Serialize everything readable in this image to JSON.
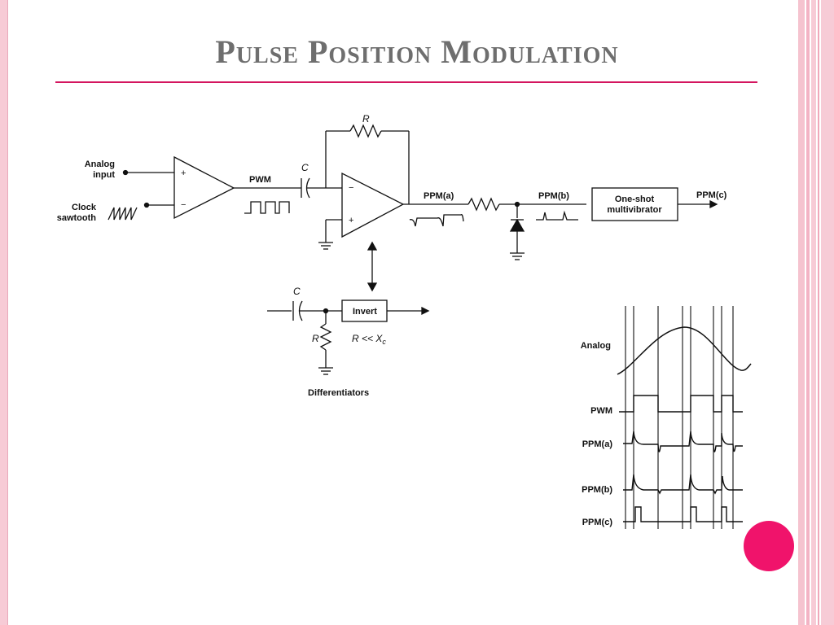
{
  "title": "Pulse Position Modulation",
  "circuit": {
    "analog_input": "Analog\ninput",
    "clock_sawtooth": "Clock\nsawtooth",
    "plus": "+",
    "minus": "−",
    "pwm": "PWM",
    "cap": "C",
    "res": "R",
    "ppm_a": "PPM(a)",
    "ppm_b": "PPM(b)",
    "ppm_c": "PPM(c)",
    "oneshot": "One-shot\nmultivibrator",
    "diff_cap": "C",
    "diff_res": "R",
    "invert": "Invert",
    "condition": "R << X",
    "condition_sub": "c",
    "differentiators": "Differentiators"
  },
  "waveforms": {
    "labels": [
      "Analog",
      "PWM",
      "PPM(a)",
      "PPM(b)",
      "PPM(c)"
    ]
  },
  "colors": {
    "accent": "#d4155f",
    "title": "#6e6e6e",
    "dot": "#f0136b"
  }
}
